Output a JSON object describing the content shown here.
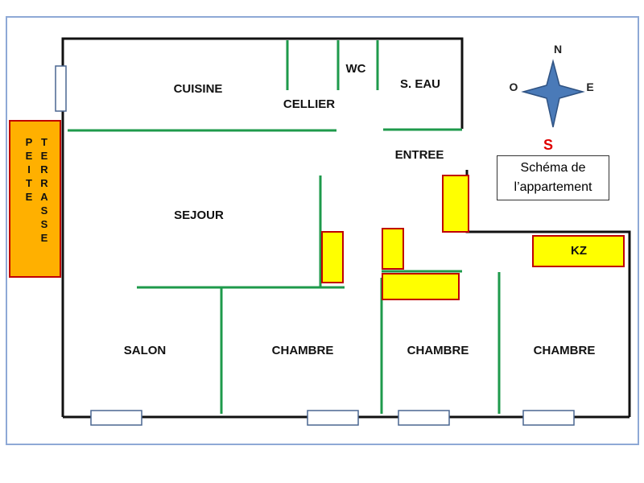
{
  "rooms": {
    "cuisine": "CUISINE",
    "cellier": "CELLIER",
    "wc": "WC",
    "s_eau": "S. EAU",
    "entree": "ENTREE",
    "sejour": "SEJOUR",
    "salon": "SALON",
    "chambre_1": "CHAMBRE",
    "chambre_2": "CHAMBRE",
    "chambre_3": "CHAMBRE",
    "kz": "KZ"
  },
  "terrace": {
    "left_column": [
      "P",
      "E",
      "I",
      "T",
      "E"
    ],
    "right_column": [
      "T",
      "E",
      "R",
      "R",
      "A",
      "S",
      "S",
      "E"
    ]
  },
  "compass": {
    "north": "N",
    "south": "S",
    "east": "E",
    "west": "O"
  },
  "legend": {
    "line1": "Schéma de",
    "line2": "l’appartement"
  },
  "colors": {
    "wall": "#111111",
    "partition": "#1e9a4b",
    "furniture_fill": "#ffff00",
    "furniture_border": "#c00000",
    "terrace_fill": "#ffb000",
    "compass_star": "#4a7ab8",
    "south_label": "#e00000",
    "frame_border": "#8ea9d6"
  }
}
